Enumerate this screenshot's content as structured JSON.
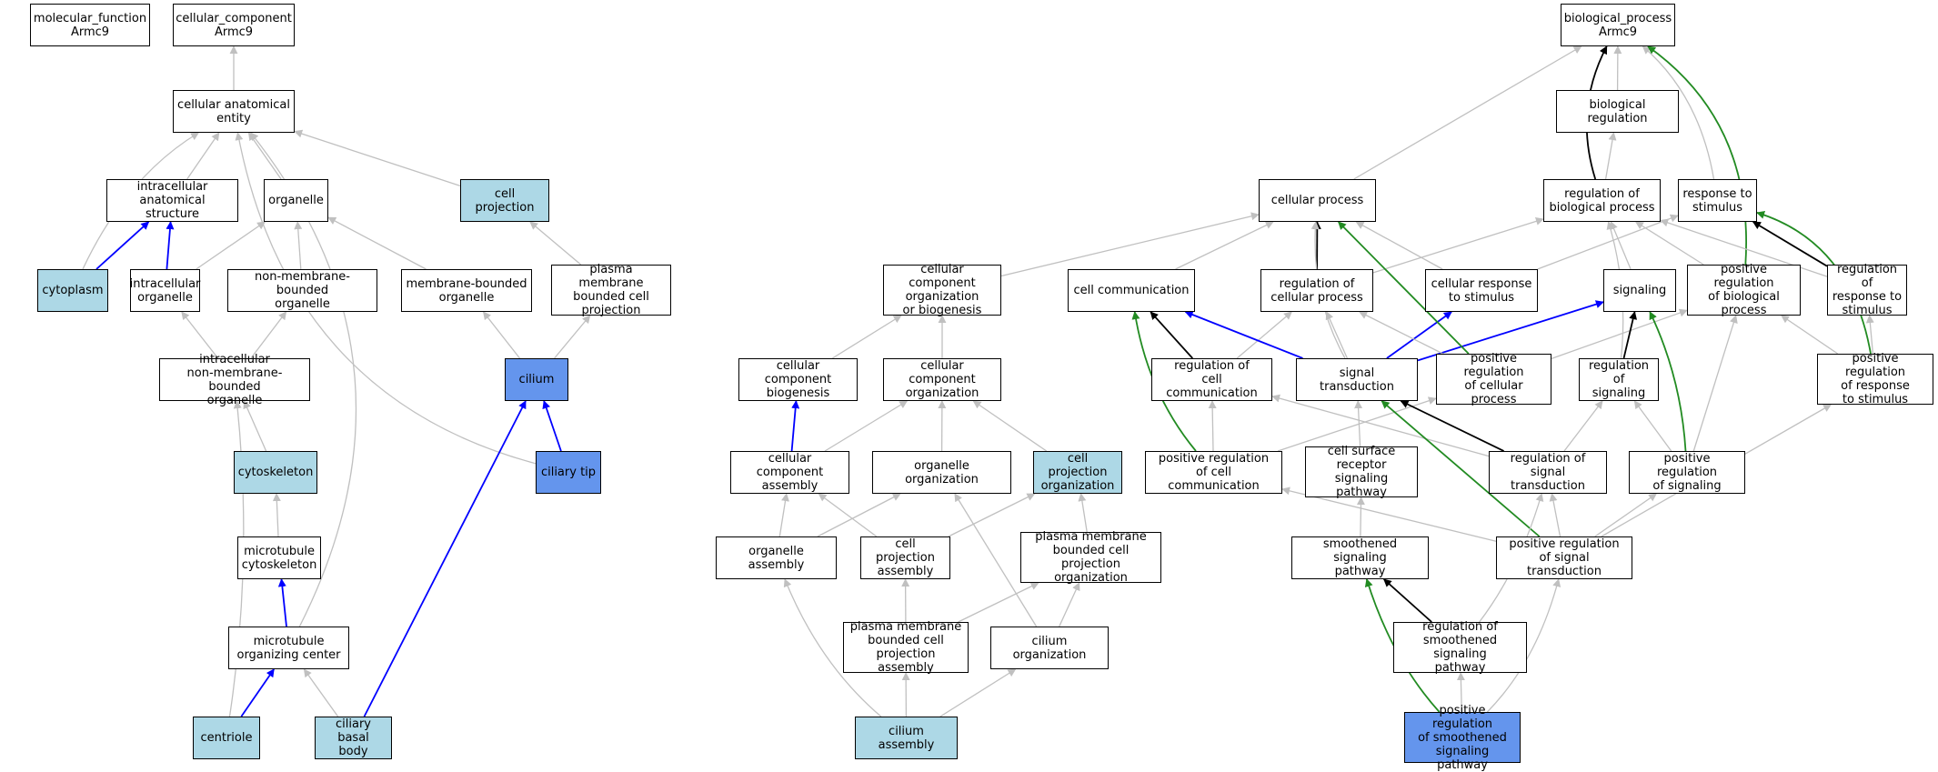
{
  "colors": {
    "light": "#add8e6",
    "medium": "#6495ed",
    "plain": "#ffffff",
    "is_a": "#c0c0c0",
    "part_of": "#0000ff",
    "regulates": "#000000",
    "positively_regulates": "#228b22"
  },
  "nodes": [
    {
      "id": "mf",
      "label": "molecular_function\nArmc9",
      "fill": "plain"
    },
    {
      "id": "cc",
      "label": "cellular_component\nArmc9",
      "fill": "plain"
    },
    {
      "id": "bp",
      "label": "biological_process\nArmc9",
      "fill": "plain"
    },
    {
      "id": "cae",
      "label": "cellular anatomical\nentity",
      "fill": "plain"
    },
    {
      "id": "ias",
      "label": "intracellular\nanatomical structure",
      "fill": "plain"
    },
    {
      "id": "organelle",
      "label": "organelle",
      "fill": "plain"
    },
    {
      "id": "cellproj",
      "label": "cell projection",
      "fill": "light"
    },
    {
      "id": "cytoplasm",
      "label": "cytoplasm",
      "fill": "light"
    },
    {
      "id": "intorg",
      "label": "intracellular\norganelle",
      "fill": "plain"
    },
    {
      "id": "nmbo",
      "label": "non-membrane-bounded\norganelle",
      "fill": "plain"
    },
    {
      "id": "mbo",
      "label": "membrane-bounded\norganelle",
      "fill": "plain"
    },
    {
      "id": "pmbcp",
      "label": "plasma membrane\nbounded cell\nprojection",
      "fill": "plain"
    },
    {
      "id": "inmbo",
      "label": "intracellular\nnon-membrane-bounded\norganelle",
      "fill": "plain"
    },
    {
      "id": "cilium",
      "label": "cilium",
      "fill": "medium"
    },
    {
      "id": "cytoskeleton",
      "label": "cytoskeleton",
      "fill": "light"
    },
    {
      "id": "ciliarytip",
      "label": "ciliary tip",
      "fill": "medium"
    },
    {
      "id": "mtcyto",
      "label": "microtubule\ncytoskeleton",
      "fill": "plain"
    },
    {
      "id": "mtoc",
      "label": "microtubule\norganizing center",
      "fill": "plain"
    },
    {
      "id": "centriole",
      "label": "centriole",
      "fill": "light"
    },
    {
      "id": "cbb",
      "label": "ciliary basal\nbody",
      "fill": "light"
    },
    {
      "id": "cellproc",
      "label": "cellular process",
      "fill": "plain"
    },
    {
      "id": "bioreg",
      "label": "biological regulation",
      "fill": "plain"
    },
    {
      "id": "regbp",
      "label": "regulation of\nbiological process",
      "fill": "plain"
    },
    {
      "id": "resp",
      "label": "response to\nstimulus",
      "fill": "plain"
    },
    {
      "id": "ccob",
      "label": "cellular component\norganization\nor biogenesis",
      "fill": "plain"
    },
    {
      "id": "cellcomm",
      "label": "cell communication",
      "fill": "plain"
    },
    {
      "id": "regcp",
      "label": "regulation of\ncellular process",
      "fill": "plain"
    },
    {
      "id": "cellresp",
      "label": "cellular response\nto stimulus",
      "fill": "plain"
    },
    {
      "id": "signaling",
      "label": "signaling",
      "fill": "plain"
    },
    {
      "id": "posregbp",
      "label": "positive regulation\nof biological\nprocess",
      "fill": "plain"
    },
    {
      "id": "regresp",
      "label": "regulation of\nresponse to\nstimulus",
      "fill": "plain"
    },
    {
      "id": "ccbio",
      "label": "cellular component\nbiogenesis",
      "fill": "plain"
    },
    {
      "id": "ccorg",
      "label": "cellular component\norganization",
      "fill": "plain"
    },
    {
      "id": "regcc",
      "label": "regulation of\ncell communication",
      "fill": "plain"
    },
    {
      "id": "sigtrans",
      "label": "signal transduction",
      "fill": "plain"
    },
    {
      "id": "posregcp",
      "label": "positive regulation\nof cellular\nprocess",
      "fill": "plain"
    },
    {
      "id": "regsig",
      "label": "regulation of\nsignaling",
      "fill": "plain"
    },
    {
      "id": "posregresp",
      "label": "positive regulation\nof response\nto stimulus",
      "fill": "plain"
    },
    {
      "id": "ccassembly",
      "label": "cellular component\nassembly",
      "fill": "plain"
    },
    {
      "id": "orgorg",
      "label": "organelle organization",
      "fill": "plain"
    },
    {
      "id": "cporg",
      "label": "cell projection\norganization",
      "fill": "light"
    },
    {
      "id": "posregcc",
      "label": "positive regulation\nof cell communication",
      "fill": "plain"
    },
    {
      "id": "csrsp",
      "label": "cell surface\nreceptor signaling\npathway",
      "fill": "plain"
    },
    {
      "id": "regst",
      "label": "regulation of\nsignal transduction",
      "fill": "plain"
    },
    {
      "id": "posregsig",
      "label": "positive regulation\nof signaling",
      "fill": "plain"
    },
    {
      "id": "orgassembly",
      "label": "organelle assembly",
      "fill": "plain"
    },
    {
      "id": "cpassembly",
      "label": "cell projection\nassembly",
      "fill": "plain"
    },
    {
      "id": "pmbcporg",
      "label": "plasma membrane\nbounded cell\nprojection organization",
      "fill": "plain"
    },
    {
      "id": "ssp",
      "label": "smoothened signaling\npathway",
      "fill": "plain"
    },
    {
      "id": "posregst",
      "label": "positive regulation\nof signal transduction",
      "fill": "plain"
    },
    {
      "id": "pmbcpassembly",
      "label": "plasma membrane\nbounded cell\nprojection assembly",
      "fill": "plain"
    },
    {
      "id": "ciliumorg",
      "label": "cilium organization",
      "fill": "plain"
    },
    {
      "id": "regssp",
      "label": "regulation of\nsmoothened signaling\npathway",
      "fill": "plain"
    },
    {
      "id": "ciliumassembly",
      "label": "cilium assembly",
      "fill": "light"
    },
    {
      "id": "posregssp",
      "label": "positive regulation\nof smoothened\nsignaling pathway",
      "fill": "medium"
    }
  ],
  "edges": [
    {
      "from": "cae",
      "to": "cc",
      "type": "is_a"
    },
    {
      "from": "ias",
      "to": "cae",
      "type": "is_a"
    },
    {
      "from": "organelle",
      "to": "cae",
      "type": "is_a"
    },
    {
      "from": "cellproj",
      "to": "cae",
      "type": "is_a"
    },
    {
      "from": "cytoplasm",
      "to": "cae",
      "type": "is_a"
    },
    {
      "from": "cytoplasm",
      "to": "ias",
      "type": "part_of"
    },
    {
      "from": "intorg",
      "to": "ias",
      "type": "part_of"
    },
    {
      "from": "intorg",
      "to": "organelle",
      "type": "is_a"
    },
    {
      "from": "nmbo",
      "to": "organelle",
      "type": "is_a"
    },
    {
      "from": "mbo",
      "to": "organelle",
      "type": "is_a"
    },
    {
      "from": "pmbcp",
      "to": "cellproj",
      "type": "is_a"
    },
    {
      "from": "inmbo",
      "to": "intorg",
      "type": "is_a"
    },
    {
      "from": "inmbo",
      "to": "nmbo",
      "type": "is_a"
    },
    {
      "from": "cilium",
      "to": "mbo",
      "type": "is_a"
    },
    {
      "from": "cilium",
      "to": "pmbcp",
      "type": "is_a"
    },
    {
      "from": "cytoskeleton",
      "to": "inmbo",
      "type": "is_a"
    },
    {
      "from": "ciliarytip",
      "to": "cilium",
      "type": "part_of"
    },
    {
      "from": "ciliarytip",
      "to": "cae",
      "type": "is_a"
    },
    {
      "from": "mtcyto",
      "to": "cytoskeleton",
      "type": "is_a"
    },
    {
      "from": "mtoc",
      "to": "mtcyto",
      "type": "part_of"
    },
    {
      "from": "mtoc",
      "to": "cae",
      "type": "is_a"
    },
    {
      "from": "centriole",
      "to": "mtoc",
      "type": "part_of"
    },
    {
      "from": "centriole",
      "to": "inmbo",
      "type": "is_a"
    },
    {
      "from": "cbb",
      "to": "mtoc",
      "type": "is_a"
    },
    {
      "from": "cbb",
      "to": "cilium",
      "type": "part_of"
    },
    {
      "from": "cellproc",
      "to": "bp",
      "type": "is_a"
    },
    {
      "from": "bioreg",
      "to": "bp",
      "type": "is_a"
    },
    {
      "from": "regbp",
      "to": "bioreg",
      "type": "is_a"
    },
    {
      "from": "regbp",
      "to": "bp",
      "type": "regulates"
    },
    {
      "from": "resp",
      "to": "bp",
      "type": "is_a"
    },
    {
      "from": "ccob",
      "to": "cellproc",
      "type": "is_a"
    },
    {
      "from": "cellcomm",
      "to": "cellproc",
      "type": "is_a"
    },
    {
      "from": "regcp",
      "to": "cellproc",
      "type": "regulates"
    },
    {
      "from": "regcp",
      "to": "regbp",
      "type": "is_a"
    },
    {
      "from": "cellresp",
      "to": "cellproc",
      "type": "is_a"
    },
    {
      "from": "cellresp",
      "to": "resp",
      "type": "is_a"
    },
    {
      "from": "signaling",
      "to": "regbp",
      "type": "is_a"
    },
    {
      "from": "posregbp",
      "to": "regbp",
      "type": "is_a"
    },
    {
      "from": "posregbp",
      "to": "bp",
      "type": "positively_regulates"
    },
    {
      "from": "regresp",
      "to": "regbp",
      "type": "is_a"
    },
    {
      "from": "regresp",
      "to": "resp",
      "type": "regulates"
    },
    {
      "from": "ccbio",
      "to": "ccob",
      "type": "is_a"
    },
    {
      "from": "ccorg",
      "to": "ccob",
      "type": "is_a"
    },
    {
      "from": "regcc",
      "to": "cellcomm",
      "type": "regulates"
    },
    {
      "from": "regcc",
      "to": "regcp",
      "type": "is_a"
    },
    {
      "from": "sigtrans",
      "to": "cellcomm",
      "type": "part_of"
    },
    {
      "from": "sigtrans",
      "to": "cellresp",
      "type": "part_of"
    },
    {
      "from": "sigtrans",
      "to": "signaling",
      "type": "part_of"
    },
    {
      "from": "sigtrans",
      "to": "cellproc",
      "type": "is_a"
    },
    {
      "from": "sigtrans",
      "to": "regcp",
      "type": "is_a"
    },
    {
      "from": "posregcp",
      "to": "cellproc",
      "type": "positively_regulates"
    },
    {
      "from": "posregcp",
      "to": "regcp",
      "type": "is_a"
    },
    {
      "from": "posregcp",
      "to": "posregbp",
      "type": "is_a"
    },
    {
      "from": "regsig",
      "to": "signaling",
      "type": "regulates"
    },
    {
      "from": "regsig",
      "to": "regbp",
      "type": "is_a"
    },
    {
      "from": "posregresp",
      "to": "regresp",
      "type": "is_a"
    },
    {
      "from": "posregresp",
      "to": "posregbp",
      "type": "is_a"
    },
    {
      "from": "posregresp",
      "to": "resp",
      "type": "positively_regulates"
    },
    {
      "from": "ccassembly",
      "to": "ccbio",
      "type": "part_of"
    },
    {
      "from": "ccassembly",
      "to": "ccorg",
      "type": "is_a"
    },
    {
      "from": "orgorg",
      "to": "ccorg",
      "type": "is_a"
    },
    {
      "from": "cporg",
      "to": "ccorg",
      "type": "is_a"
    },
    {
      "from": "posregcc",
      "to": "regcc",
      "type": "is_a"
    },
    {
      "from": "posregcc",
      "to": "cellcomm",
      "type": "positively_regulates"
    },
    {
      "from": "posregcc",
      "to": "posregcp",
      "type": "is_a"
    },
    {
      "from": "csrsp",
      "to": "sigtrans",
      "type": "is_a"
    },
    {
      "from": "regst",
      "to": "sigtrans",
      "type": "regulates"
    },
    {
      "from": "regst",
      "to": "regsig",
      "type": "is_a"
    },
    {
      "from": "regst",
      "to": "regcc",
      "type": "is_a"
    },
    {
      "from": "posregsig",
      "to": "regsig",
      "type": "is_a"
    },
    {
      "from": "posregsig",
      "to": "signaling",
      "type": "positively_regulates"
    },
    {
      "from": "posregsig",
      "to": "posregbp",
      "type": "is_a"
    },
    {
      "from": "orgassembly",
      "to": "ccassembly",
      "type": "is_a"
    },
    {
      "from": "orgassembly",
      "to": "orgorg",
      "type": "is_a"
    },
    {
      "from": "cpassembly",
      "to": "ccassembly",
      "type": "is_a"
    },
    {
      "from": "cpassembly",
      "to": "cporg",
      "type": "is_a"
    },
    {
      "from": "pmbcporg",
      "to": "cporg",
      "type": "is_a"
    },
    {
      "from": "ssp",
      "to": "csrsp",
      "type": "is_a"
    },
    {
      "from": "posregst",
      "to": "regst",
      "type": "is_a"
    },
    {
      "from": "posregst",
      "to": "sigtrans",
      "type": "positively_regulates"
    },
    {
      "from": "posregst",
      "to": "posregsig",
      "type": "is_a"
    },
    {
      "from": "posregst",
      "to": "posregcc",
      "type": "is_a"
    },
    {
      "from": "posregst",
      "to": "posregresp",
      "type": "is_a"
    },
    {
      "from": "pmbcpassembly",
      "to": "cpassembly",
      "type": "is_a"
    },
    {
      "from": "pmbcpassembly",
      "to": "pmbcporg",
      "type": "is_a"
    },
    {
      "from": "ciliumorg",
      "to": "pmbcporg",
      "type": "is_a"
    },
    {
      "from": "ciliumorg",
      "to": "orgorg",
      "type": "is_a"
    },
    {
      "from": "regssp",
      "to": "ssp",
      "type": "regulates"
    },
    {
      "from": "regssp",
      "to": "regst",
      "type": "is_a"
    },
    {
      "from": "ciliumassembly",
      "to": "orgassembly",
      "type": "is_a"
    },
    {
      "from": "ciliumassembly",
      "to": "pmbcpassembly",
      "type": "is_a"
    },
    {
      "from": "ciliumassembly",
      "to": "ciliumorg",
      "type": "is_a"
    },
    {
      "from": "posregssp",
      "to": "regssp",
      "type": "is_a"
    },
    {
      "from": "posregssp",
      "to": "ssp",
      "type": "positively_regulates"
    },
    {
      "from": "posregssp",
      "to": "posregst",
      "type": "is_a"
    }
  ]
}
